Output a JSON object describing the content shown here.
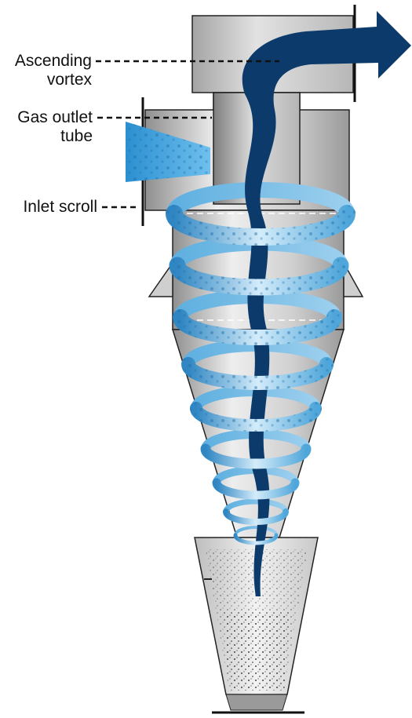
{
  "labels": {
    "ascending_vortex": [
      "Ascending",
      "vortex"
    ],
    "gas_outlet_tube": [
      "Gas outlet",
      "tube"
    ],
    "inlet_scroll": "Inlet scroll"
  },
  "colors": {
    "vortex": "#0b3a6b",
    "spiral_light": "#bfe0f5",
    "spiral_mid": "#6ab7e3",
    "spiral_dark": "#2f86c2",
    "inlet_stream": "#3a9fdc",
    "body_light": "#e6e6e6",
    "body_dark": "#a9a9a9",
    "dust": "#222222"
  },
  "icons": [
    "leader-line",
    "dust-particles",
    "airflow-arrow"
  ]
}
